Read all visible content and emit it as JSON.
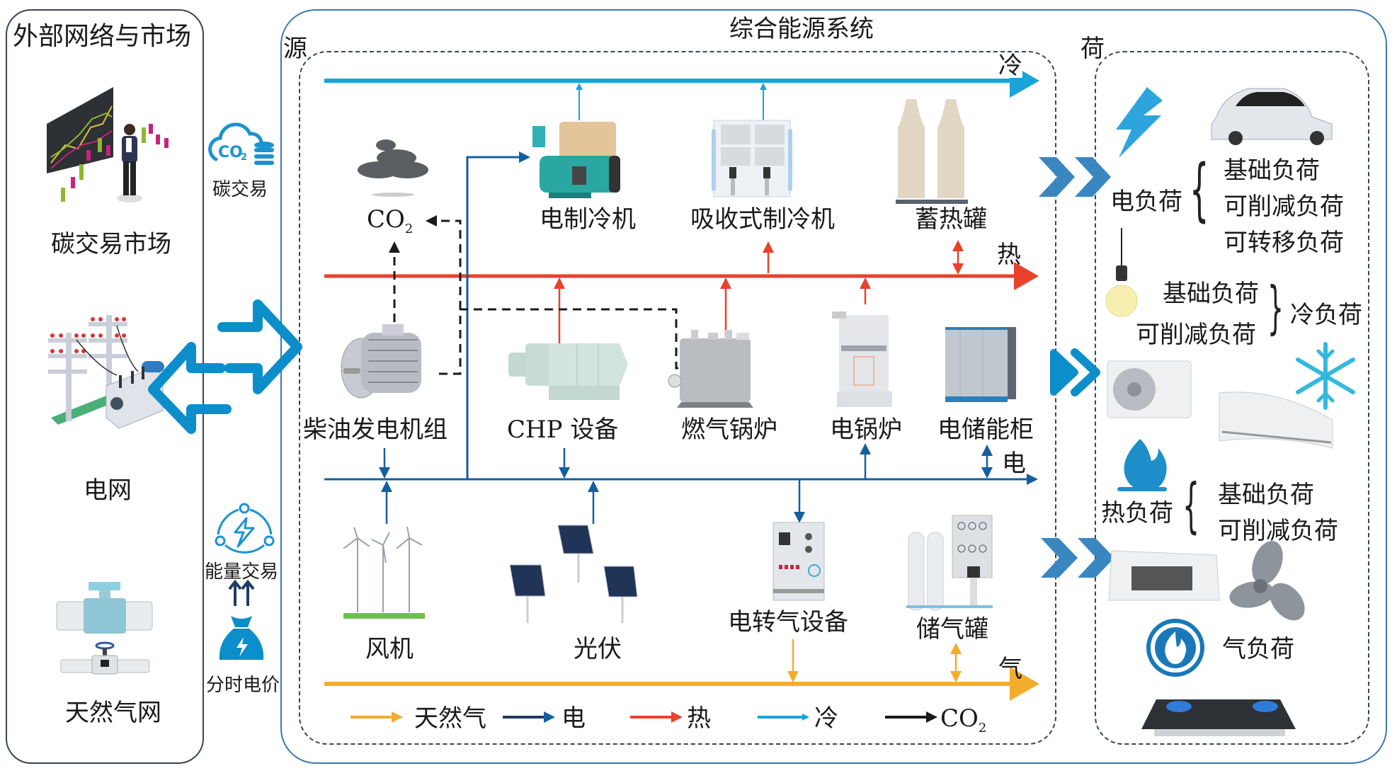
{
  "external": {
    "title": "外部网络与市场",
    "carbon_market": "碳交易市场",
    "power_grid": "电网",
    "gas_grid": "天然气网"
  },
  "exchange": {
    "carbon_trading": "碳交易",
    "energy_trading": "能量交易",
    "tou_price": "分时电价"
  },
  "ies": {
    "title": "综合能源系统",
    "source_label": "源",
    "load_label": "荷",
    "buses": {
      "cold": "冷",
      "heat": "热",
      "electric": "电",
      "gas": "气"
    },
    "devices": {
      "co2": "CO",
      "co2_sub": "2",
      "electric_chiller": "电制冷机",
      "absorption_chiller": "吸收式制冷机",
      "heat_storage": "蓄热罐",
      "diesel_generator": "柴油发电机组",
      "chp": "CHP 设备",
      "gas_boiler": "燃气锅炉",
      "electric_boiler": "电锅炉",
      "battery_cabinet": "电储能柜",
      "wind": "风机",
      "pv": "光伏",
      "p2g": "电转气设备",
      "gas_storage": "储气罐"
    },
    "legend": [
      {
        "label": "天然气",
        "color": "#f2ac2e"
      },
      {
        "label": "电",
        "color": "#1f3b63"
      },
      {
        "label": "热",
        "color": "#e8412c"
      },
      {
        "label": "冷",
        "color": "#1aa3d9"
      },
      {
        "label": "CO",
        "sub": "2",
        "color": "#1a1a1a"
      }
    ]
  },
  "loads": {
    "electric": {
      "name": "电负荷",
      "items": [
        "基础负荷",
        "可削减负荷",
        "可转移负荷"
      ]
    },
    "cooling": {
      "name": "冷负荷",
      "items": [
        "基础负荷",
        "可削减负荷"
      ]
    },
    "heat": {
      "name": "热负荷",
      "items": [
        "基础负荷",
        "可削减负荷"
      ]
    },
    "gas": {
      "name": "气负荷"
    }
  },
  "colors": {
    "cold": "#1aa3d9",
    "heat": "#e8412c",
    "electric": "#155ea0",
    "gas": "#f2ac2e",
    "co2": "#1a1a1a",
    "accent_blue": "#0b8ec9"
  }
}
